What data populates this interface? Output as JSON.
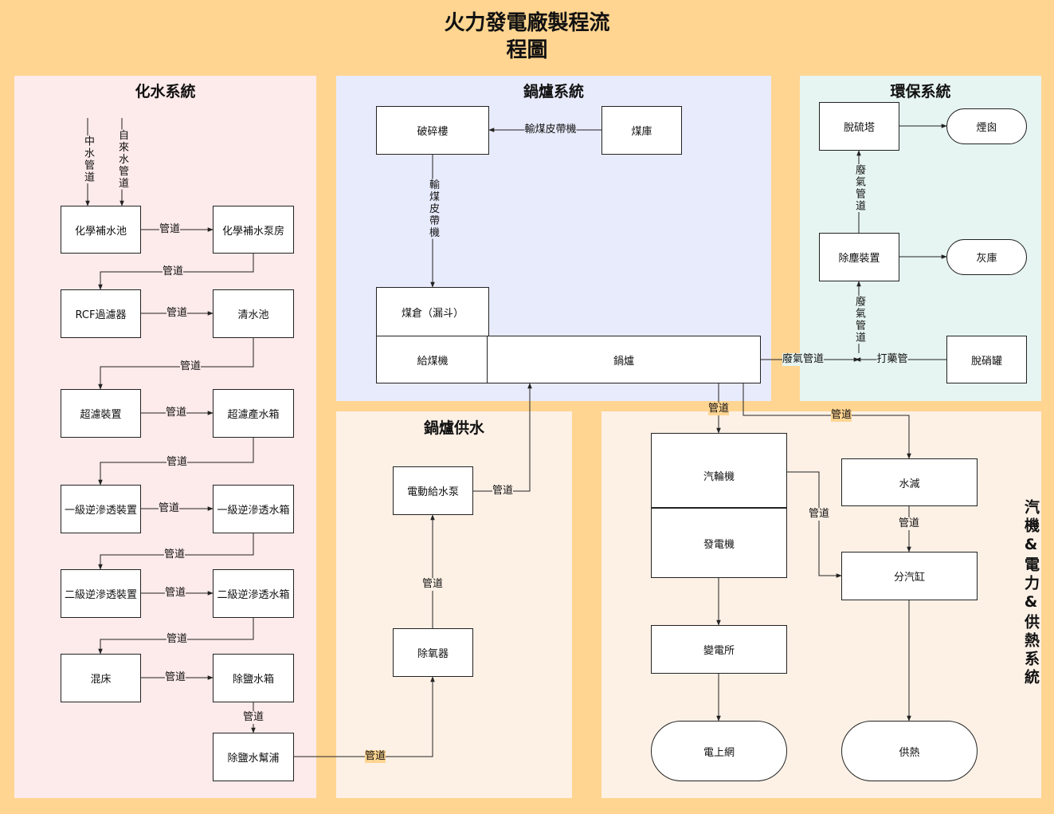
{
  "title_line1": "火力發電廠製程流",
  "title_line2": "程圖",
  "panels": {
    "chem": "化水系統",
    "boiler": "鍋爐系統",
    "env": "環保系統",
    "feed": "鍋爐供水",
    "turbine": "汽機&電力&供熱系統"
  },
  "nodes": {
    "chem_pool": "化學補水池",
    "chem_pump": "化學補水泵房",
    "rcf": "RCF過濾器",
    "clear_pool": "清水池",
    "uf": "超濾裝置",
    "uf_tank": "超濾產水箱",
    "ro1": "一級逆滲透裝置",
    "ro1_tank": "一級逆滲透水箱",
    "ro2": "二級逆滲透裝置",
    "ro2_tank": "二級逆滲透水箱",
    "mixbed": "混床",
    "desalt_tank": "除鹽水箱",
    "desalt_pump": "除鹽水幫浦",
    "crusher": "破碎樓",
    "coal_store": "煤庫",
    "coal_bin": "煤倉（漏斗）",
    "feeder": "給煤機",
    "boiler": "鍋爐",
    "desulf": "脫硫塔",
    "chimney": "煙囪",
    "dust": "除塵裝置",
    "ash": "灰庫",
    "denox": "脫硝罐",
    "pump": "電動給水泵",
    "deaerator": "除氧器",
    "turbine": "汽輪機",
    "generator": "發電機",
    "desuper": "水減",
    "header": "分汽缸",
    "substation": "變電所",
    "grid": "電上網",
    "heat": "供熱"
  },
  "edge_labels": {
    "pipe": "管道",
    "mid_water": "中水管道",
    "tap_water": "自來水管道",
    "conveyor": "輸煤皮帶機",
    "waste_gas": "廢氣管道",
    "dosing": "打藥管"
  }
}
